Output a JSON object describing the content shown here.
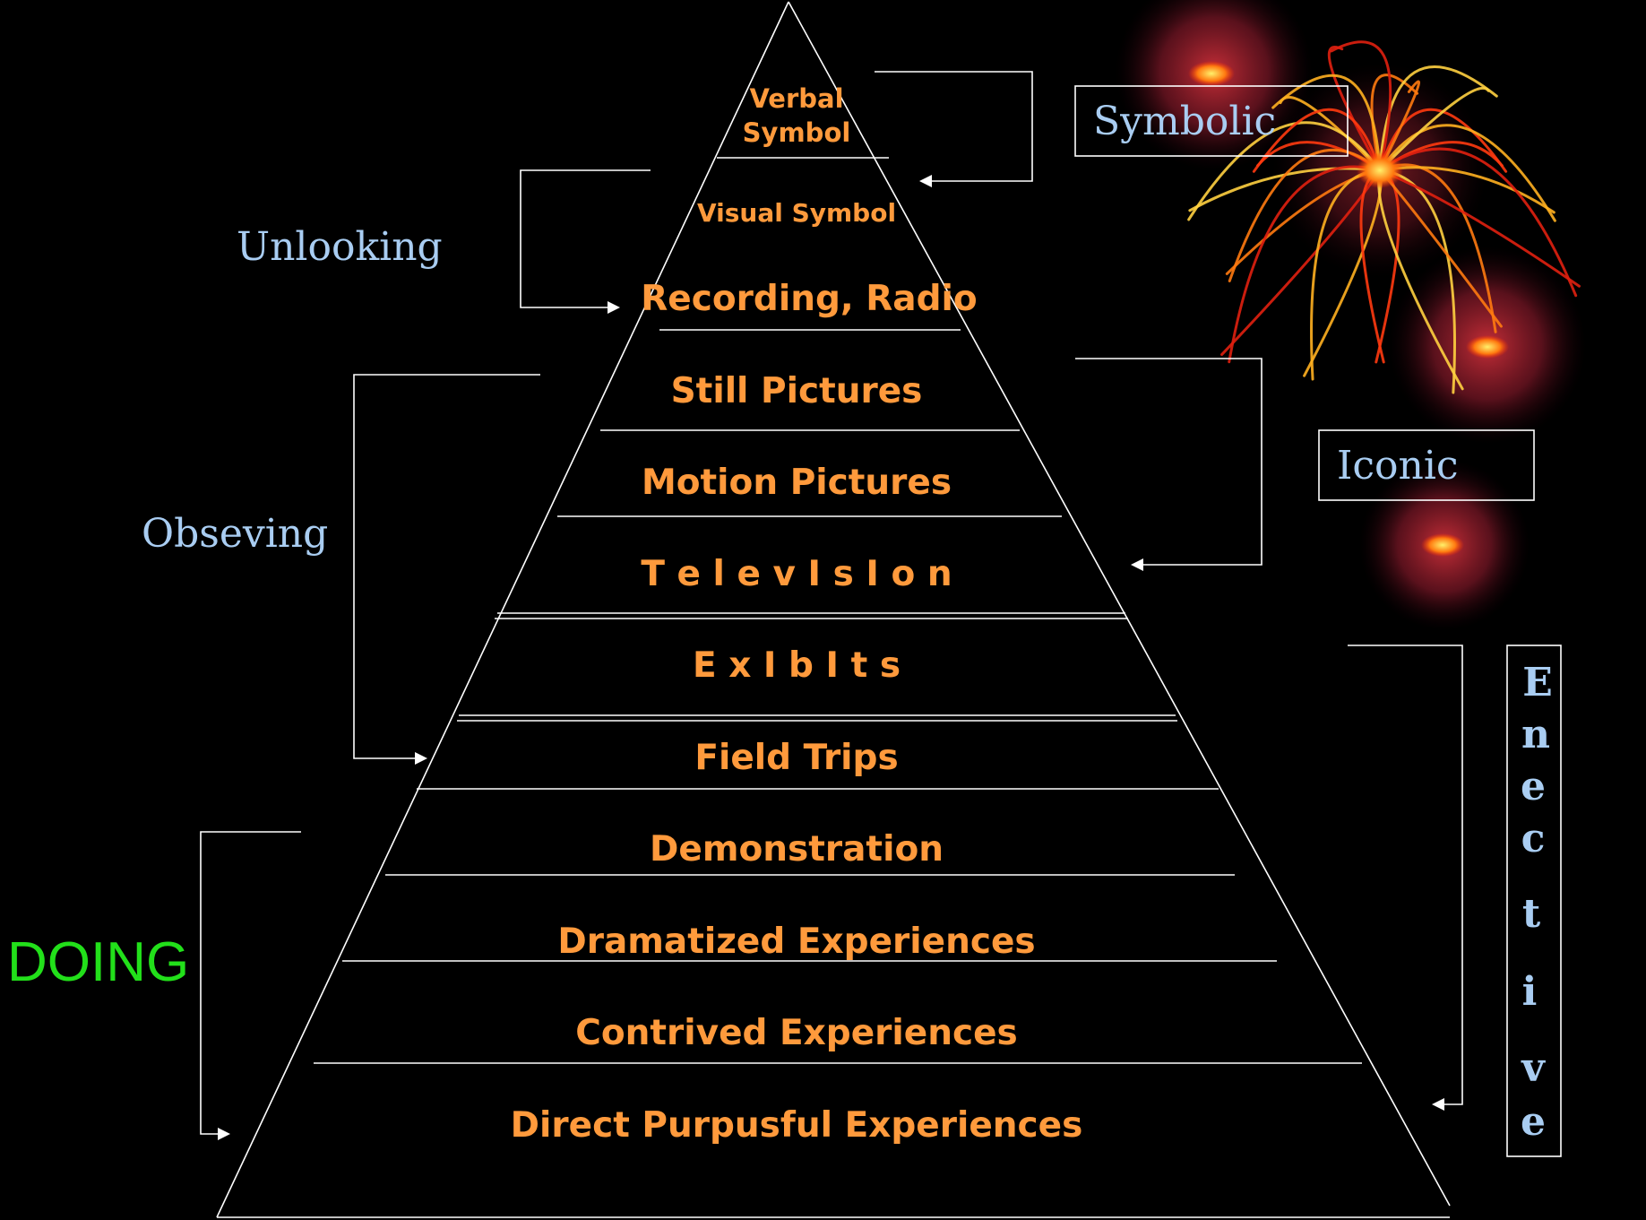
{
  "colors": {
    "background": "#000000",
    "level_text": "#ff9a3c",
    "side_label": "#a9cdf2",
    "doing_label": "#22e01a",
    "lines": "#ffffff",
    "firework_core": "#ff5a10",
    "firework_glow": "#7a1020"
  },
  "pyramid_levels": [
    {
      "label_line1": "Verbal",
      "label_line2": "Symbol"
    },
    {
      "label": "Visual Symbol"
    },
    {
      "label": "Recording, Radio"
    },
    {
      "label": "Still Pictures"
    },
    {
      "label": "Motion Pictures"
    },
    {
      "label": "T e l e v I s I o n"
    },
    {
      "label": "E x I b I t s"
    },
    {
      "label": "Field Trips"
    },
    {
      "label": "Demonstration"
    },
    {
      "label": "Dramatized Experiences"
    },
    {
      "label": "Contrived Experiences"
    },
    {
      "label": "Direct Purpusful Experiences"
    }
  ],
  "left_labels": {
    "unlooking": "Unlooking",
    "obseving": "Obseving",
    "doing": "DOING"
  },
  "right_labels": {
    "symbolic": "Symbolic",
    "iconic": "Iconic",
    "enective_letters": [
      "E",
      "n",
      "e",
      "c",
      "t",
      "i",
      "v",
      "e"
    ]
  },
  "decorations": {
    "top_right": "firework-icon",
    "small": "small-firework-icon"
  }
}
